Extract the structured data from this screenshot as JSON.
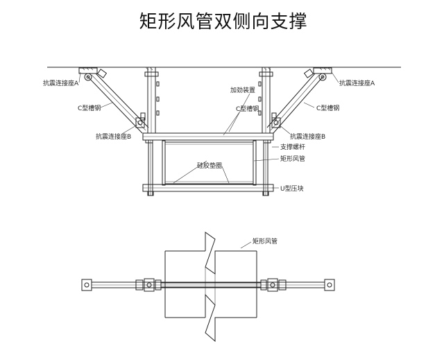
{
  "title": "矩形风管双侧向支撑",
  "labels": {
    "seismic_base_a_left": "抗震连接座A",
    "seismic_base_a_right": "抗震连接座A",
    "c_channel_left": "C型槽钢",
    "c_channel_center": "C型槽钢",
    "c_channel_right": "C型槽钢",
    "reinforcement": "加劲装置",
    "seismic_base_b_left": "抗震连接座B",
    "seismic_base_b_right": "抗震连接座B",
    "support_rod": "支撑螺杆",
    "silicone_pad": "硅胶垫圈",
    "rect_duct": "矩形风管",
    "u_clamp": "U型压块",
    "rect_duct_plan": "矩形风管"
  },
  "colors": {
    "line": "#222222",
    "background": "#ffffff"
  }
}
